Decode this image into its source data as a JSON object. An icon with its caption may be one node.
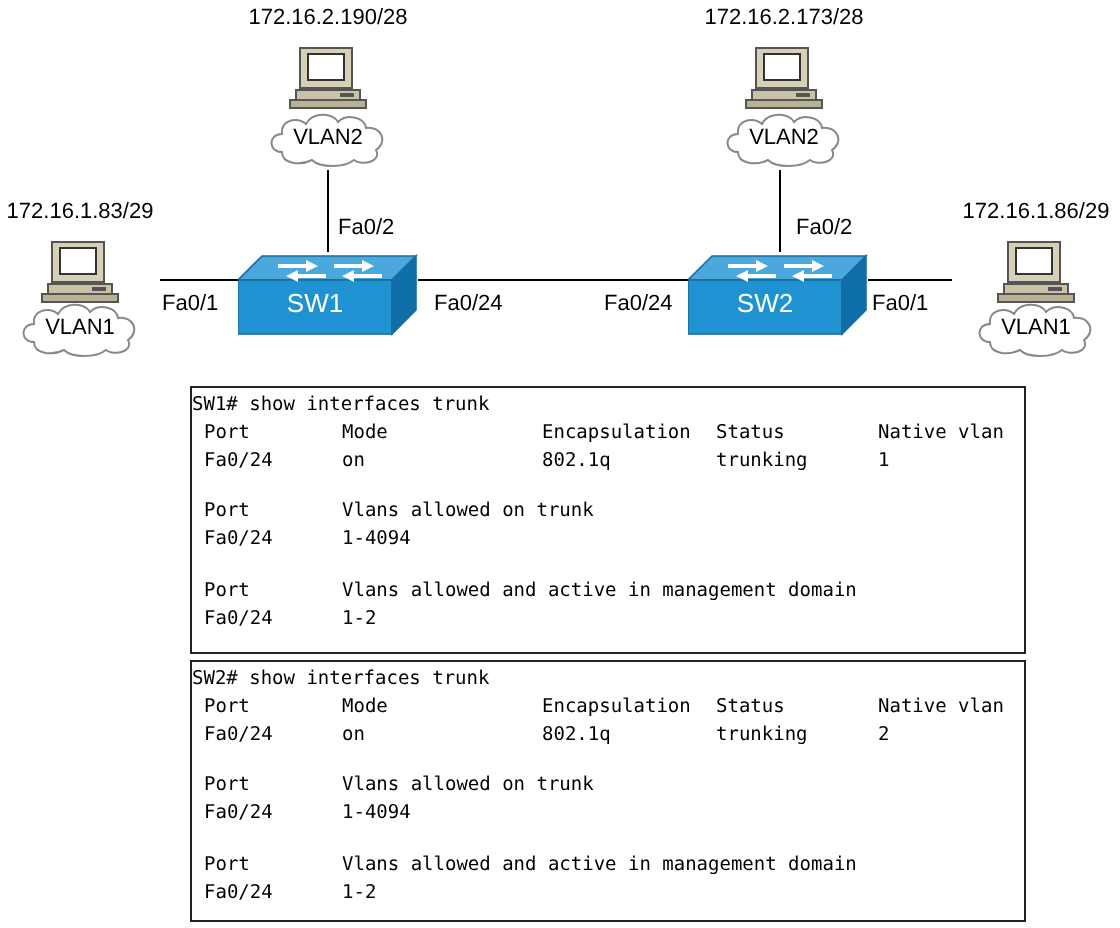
{
  "diagram": {
    "nodes": [
      {
        "text": [
          "172.16.2.190/28",
          "VLAN2"
        ]
      },
      {
        "text": [
          "172.16.2.173/28",
          "VLAN2"
        ]
      },
      {
        "text": [
          "172.16.1.83/29",
          "VLAN1"
        ]
      },
      {
        "text": [
          "SW1"
        ],
        "beside": [
          "Fa0/2",
          "Fa0/1",
          "Fa0/24"
        ]
      },
      {
        "text": [
          "SW2"
        ],
        "beside": [
          "Fa0/24",
          "Fa0/2",
          "Fa0/1"
        ]
      },
      {
        "text": [
          "172.16.1.86/29",
          "VLAN1"
        ]
      },
      {
        "text": [
          "SW1# show interfaces trunk",
          "Port",
          "Mode",
          "Encapsulation",
          "Status",
          "Native vlan",
          "Fa0/24",
          "on",
          "802.1q",
          "trunking",
          "1",
          "Port",
          "Vlans allowed on trunk",
          "Fa0/24",
          "1-4094",
          "Port",
          "Vlans allowed and active in management domain",
          "Fa0/24",
          "1-2"
        ]
      },
      {
        "text": [
          "SW2# show interfaces trunk",
          "Port",
          "Mode",
          "Encapsulation",
          "Status",
          "Native vlan",
          "Fa0/24",
          "on",
          "802.1q",
          "trunking",
          "2",
          "Port",
          "Vlans allowed on trunk",
          "Fa0/24",
          "1-4094",
          "Port",
          "Vlans allowed and active in management domain",
          "Fa0/24",
          "1-2"
        ]
      }
    ],
    "edges": [
      {
        "from": 0,
        "to": 3,
        "arrow": "none"
      },
      {
        "from": 2,
        "to": 3,
        "arrow": "none"
      },
      {
        "from": 3,
        "to": 4,
        "arrow": "none"
      },
      {
        "from": 1,
        "to": 4,
        "arrow": "none"
      },
      {
        "from": 4,
        "to": 5,
        "arrow": "none"
      }
    ]
  }
}
